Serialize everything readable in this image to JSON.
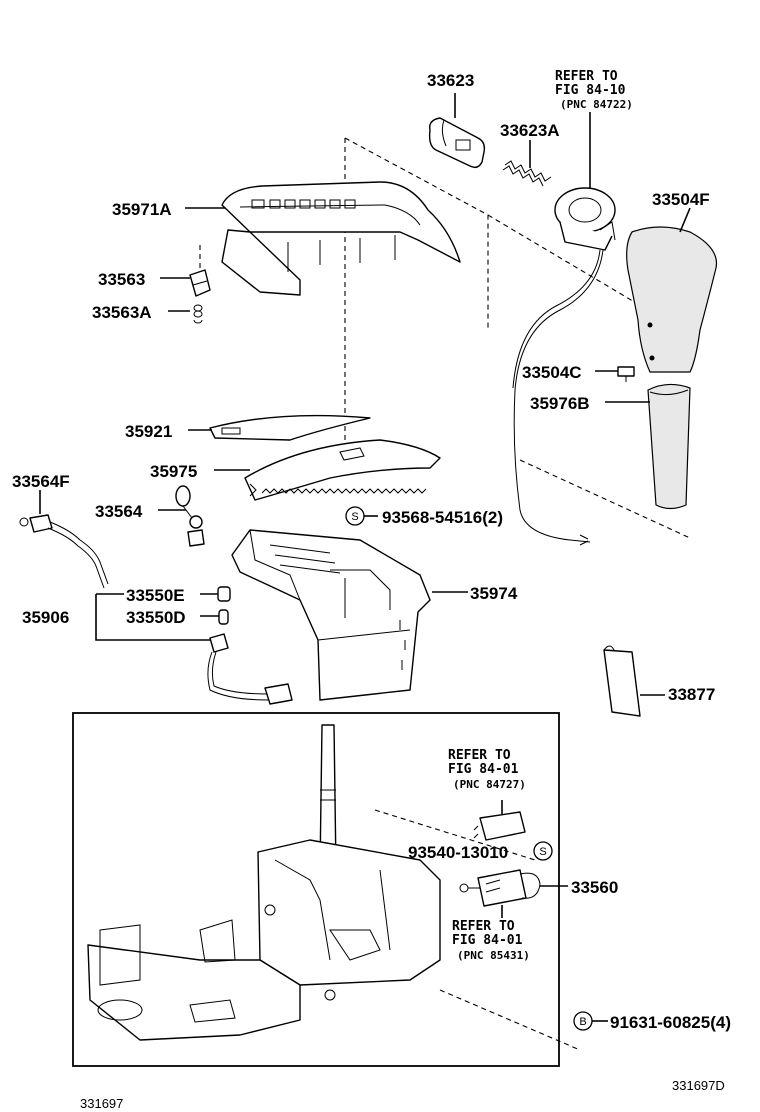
{
  "labels": {
    "p33623": "33623",
    "p33623A": "33623A",
    "p35971A": "35971A",
    "p33504F": "33504F",
    "p33563": "33563",
    "p33563A": "33563A",
    "p33504C": "33504C",
    "p35976B": "35976B",
    "p35921": "35921",
    "p35975": "35975",
    "p33564F": "33564F",
    "p33564": "33564",
    "p93568": "93568-54516(2)",
    "p33550E": "33550E",
    "p33550D": "33550D",
    "p35906": "35906",
    "p35974": "35974",
    "p33877": "33877",
    "p93540": "93540-13010",
    "p33560": "33560",
    "p91631": "91631-60825(4)"
  },
  "symbols": {
    "screw": "S",
    "bolt": "B"
  },
  "references": {
    "r1": {
      "line1": "REFER TO",
      "line2": "FIG 84-10",
      "line3": "(PNC 84722)"
    },
    "r2": {
      "line1": "REFER TO",
      "line2": "FIG 84-01",
      "line3": "(PNC 84727)"
    },
    "r3": {
      "line1": "REFER TO",
      "line2": "FIG 84-01",
      "line3": "(PNC 85431)"
    }
  },
  "footer": {
    "left": "331697",
    "right": "331697D"
  }
}
